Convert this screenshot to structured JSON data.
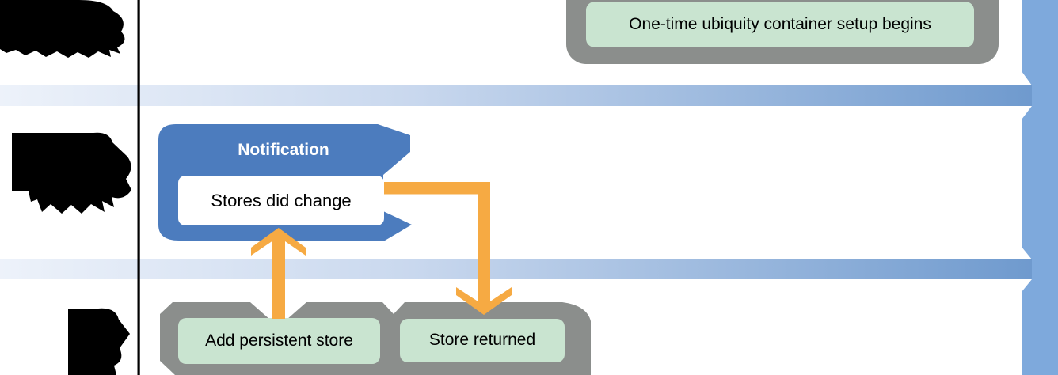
{
  "diagram": {
    "setup_banner": {
      "label": "One-time ubiquity container setup begins"
    },
    "notification": {
      "title": "Notification",
      "message": "Stores did change"
    },
    "steps": {
      "add_store": "Add persistent store",
      "store_returned": "Store returned"
    },
    "redactions": [
      "redacted-lane-label-top",
      "redacted-lane-label-middle",
      "redacted-lane-label-bottom"
    ]
  },
  "colors": {
    "callout_blue": "#4C7CBE",
    "orange": "#F6AA43",
    "container_gray": "#8B8E8C",
    "step_green": "#C9E4D0",
    "band_light": "#EDF2FA",
    "band_mid": "#C9D8EE",
    "band_dark": "#6F9ACE",
    "bar_blue": "#7EA9DC",
    "timeline_black": "#000000",
    "white": "#FFFFFF"
  }
}
